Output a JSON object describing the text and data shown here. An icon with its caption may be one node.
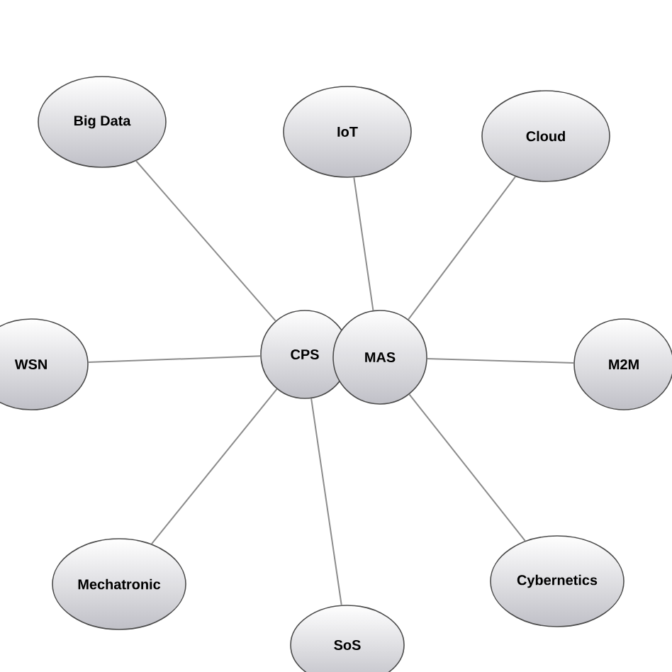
{
  "diagram": {
    "nodes": [
      {
        "text": [
          "IoT"
        ]
      },
      {
        "text": [
          "Big Data"
        ]
      },
      {
        "text": [
          "Cloud"
        ]
      },
      {
        "text": [
          "CPS"
        ]
      },
      {
        "text": [
          "MAS"
        ]
      },
      {
        "text": [
          "WSN"
        ]
      },
      {
        "text": [
          "M2M"
        ]
      },
      {
        "text": [
          "Mechatronic"
        ]
      },
      {
        "text": [
          "Cybernetics"
        ]
      },
      {
        "text": [
          "SoS"
        ]
      }
    ],
    "edges": [
      {
        "from": 4,
        "to": 0,
        "arrow": "none"
      },
      {
        "from": 3,
        "to": 1,
        "arrow": "none"
      },
      {
        "from": 4,
        "to": 2,
        "arrow": "none"
      },
      {
        "from": 3,
        "to": 5,
        "arrow": "none"
      },
      {
        "from": 4,
        "to": 6,
        "arrow": "none"
      },
      {
        "from": 3,
        "to": 7,
        "arrow": "none"
      },
      {
        "from": 4,
        "to": 8,
        "arrow": "none"
      },
      {
        "from": 3,
        "to": 9,
        "arrow": "none"
      }
    ]
  }
}
